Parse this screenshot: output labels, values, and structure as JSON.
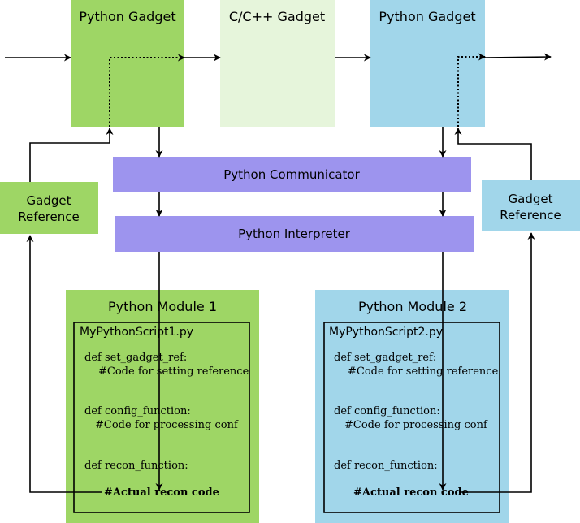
{
  "gadgets": {
    "python_gadget_1": "Python Gadget",
    "cpp_gadget": "C/C++ Gadget",
    "python_gadget_2": "Python Gadget"
  },
  "communicator": "Python Communicator",
  "interpreter": "Python Interpreter",
  "gadget_reference_left": {
    "line1": "Gadget",
    "line2": "Reference"
  },
  "gadget_reference_right": {
    "line1": "Gadget",
    "line2": "Reference"
  },
  "module1": {
    "title": "Python Module 1",
    "script": "MyPythonScript1.py",
    "code": [
      "def set_gadget_ref:",
      "#Code for setting reference",
      "def config_function:",
      "#Code for processing conf",
      "def recon_function:",
      "#Actual recon code"
    ]
  },
  "module2": {
    "title": "Python Module 2",
    "script": "MyPythonScript2.py",
    "code": [
      "def set_gadget_ref:",
      "#Code for setting reference",
      "def config_function:",
      "#Code for processing conf",
      "def recon_function:",
      "#Actual recon code"
    ]
  },
  "colors": {
    "green": "#9ed665",
    "light_green": "#e6f5db",
    "blue": "#a1d6ea",
    "purple": "#9d94ee"
  }
}
